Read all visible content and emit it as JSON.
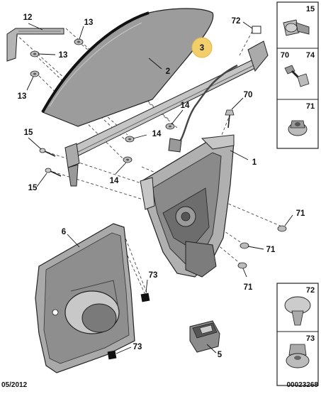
{
  "footer": {
    "date": "05/2012",
    "ref": "00023268"
  },
  "callouts": {
    "p1": "1",
    "p2": "2",
    "p3": "3",
    "p5": "5",
    "p6": "6",
    "p12": "12",
    "p13a": "13",
    "p13b": "13",
    "p13c": "13",
    "p14a": "14",
    "p14b": "14",
    "p14c": "14",
    "p15a": "15",
    "p15b": "15",
    "p70": "70",
    "p71a": "71",
    "p71b": "71",
    "p71c": "71",
    "p72": "72",
    "p73a": "73",
    "p73b": "73"
  },
  "side_panel": {
    "box1": "15",
    "box2a": "70",
    "box2b": "74",
    "box3": "71",
    "box4": "72",
    "box5": "73"
  },
  "colors": {
    "highlight": "#f2cf6b",
    "part_gray": "#b8b8b8",
    "glass": "#9a9a9a"
  }
}
